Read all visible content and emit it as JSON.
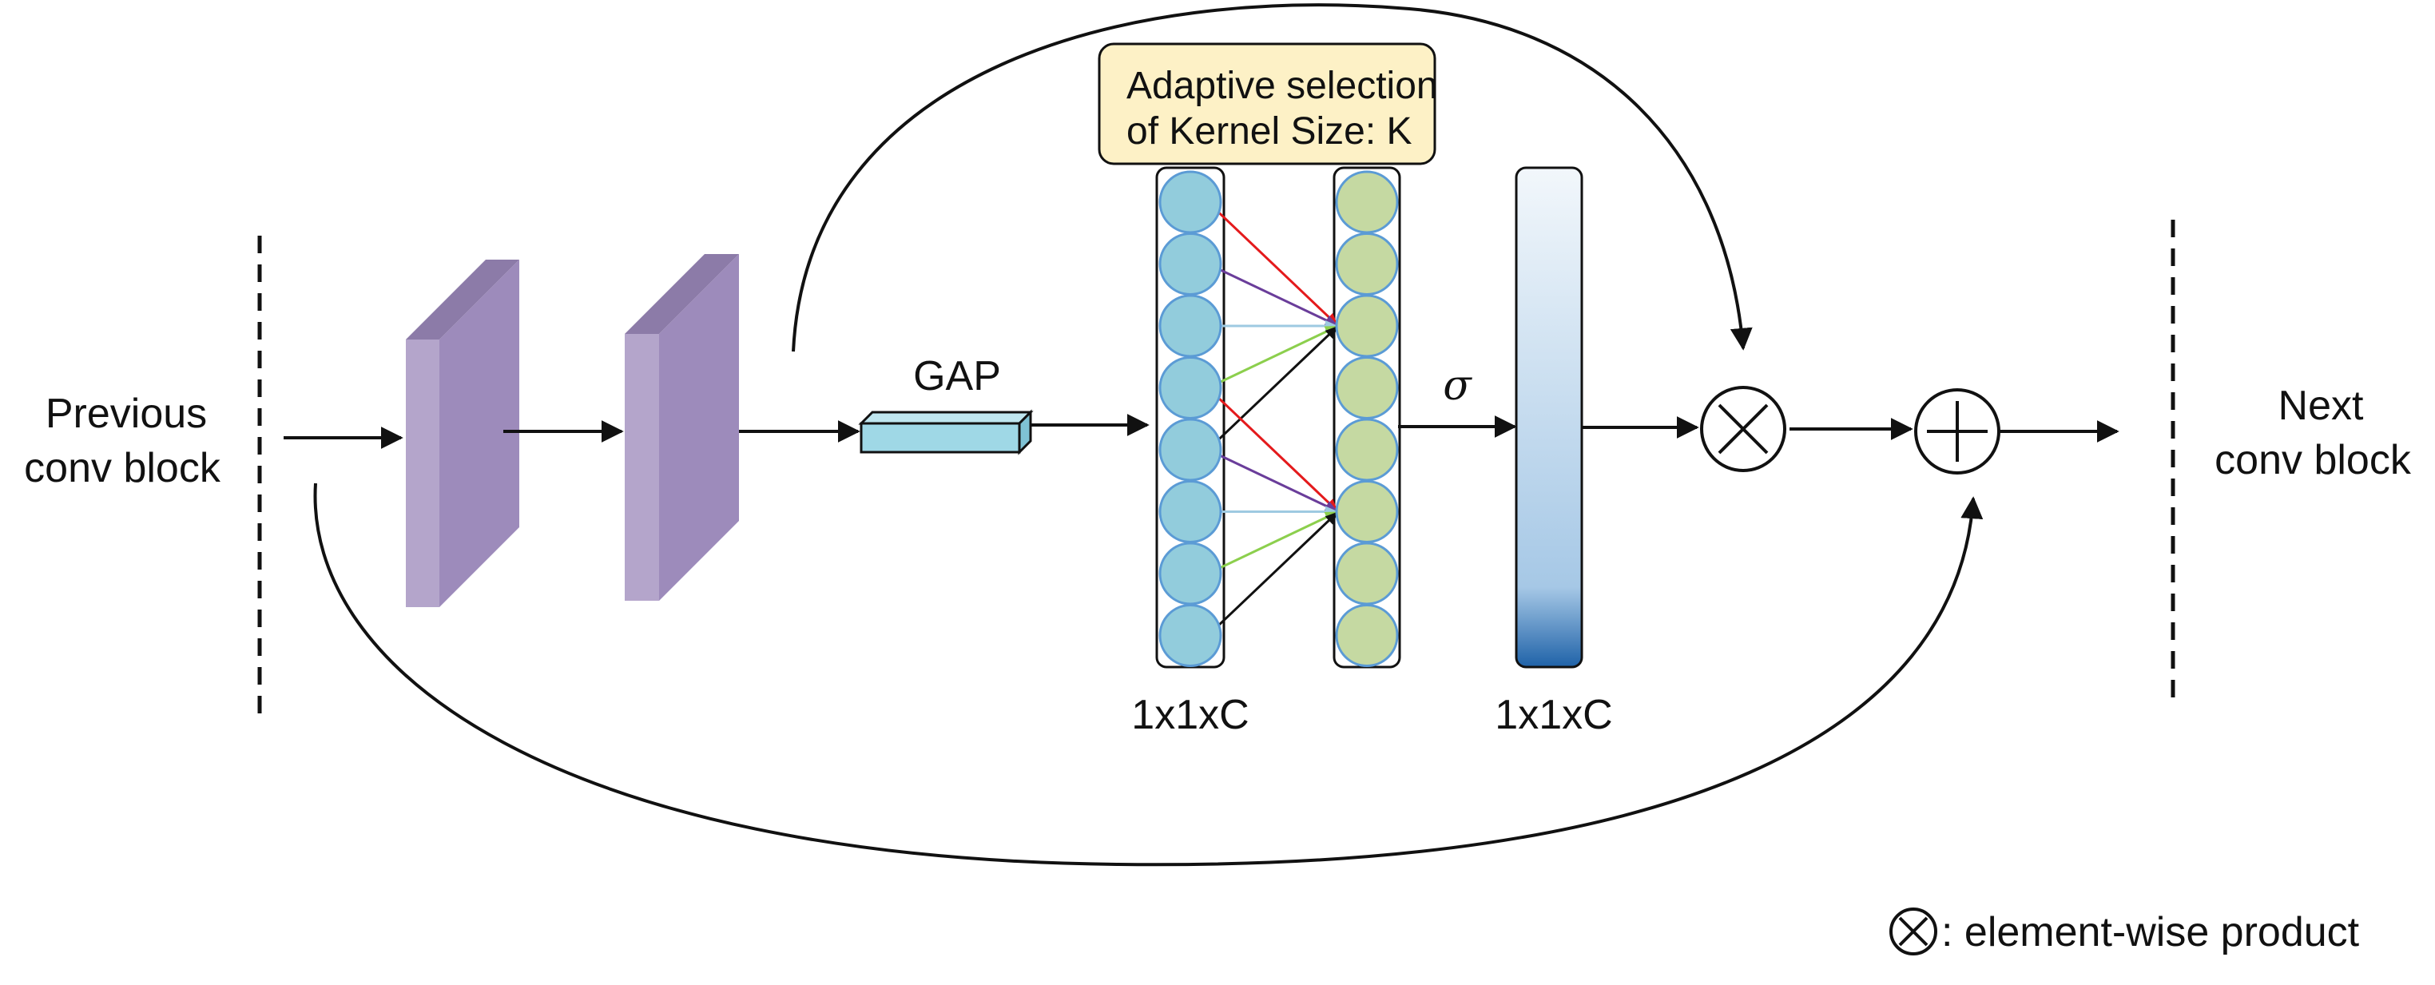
{
  "labels": {
    "prev_line1": "Previous",
    "prev_line2": "conv block",
    "next_line1": "Next",
    "next_line2": "conv block",
    "gap": "GAP",
    "callout_line1": "Adaptive selection",
    "callout_line2": "of Kernel Size: K",
    "sigma": "σ",
    "dim_left": "1x1xC",
    "dim_right": "1x1xC",
    "legend_text": ": element-wise product"
  },
  "icons": {
    "multiply": "circled-times-icon",
    "add": "circled-plus-icon"
  },
  "colors": {
    "prism_front": "#b4a5cb",
    "prism_side": "#9d8bbb",
    "prism_top": "#8c7ba8",
    "gap_fill": "#9fd8e6",
    "input_node": "#92ccdc",
    "output_node": "#c5d9a2",
    "node_stroke": "#5b9bd5",
    "callout_fill": "#fdf1c6",
    "gradient_top": "#f2f7fb",
    "gradient_mid": "#a6c8e6",
    "gradient_bottom": "#1f62a8",
    "edge_red": "#e41a1c",
    "edge_purple": "#6a3d9a",
    "edge_lightblue": "#9ecae1",
    "edge_green": "#8ccf4d",
    "edge_black": "#111111"
  },
  "edge_colors_order": [
    "edge_red",
    "edge_purple",
    "edge_lightblue",
    "edge_green",
    "edge_black"
  ]
}
